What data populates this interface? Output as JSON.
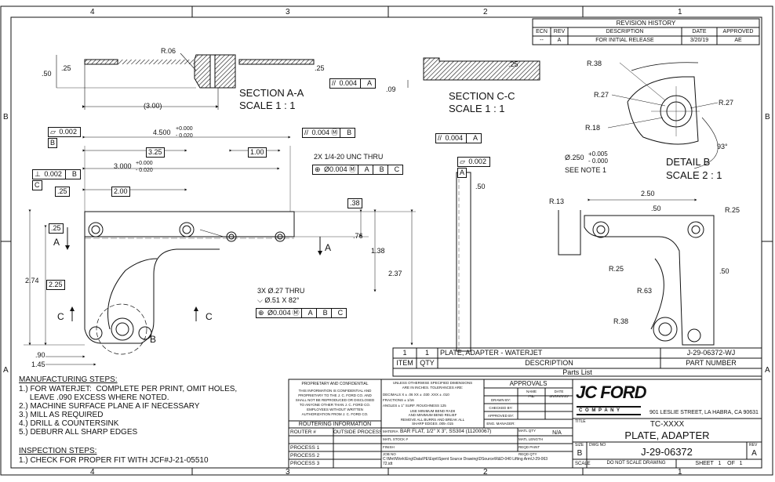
{
  "zones": {
    "columns": [
      "4",
      "3",
      "2",
      "1"
    ],
    "rows": [
      "B",
      "A"
    ]
  },
  "revision_history": {
    "title": "REVISION HISTORY",
    "headers": [
      "ECN",
      "REV",
      "DESCRIPTION",
      "DATE",
      "APPROVED"
    ],
    "row": [
      "--",
      "A",
      "FOR INITIAL RELEASE",
      "3/20/19",
      "AE"
    ]
  },
  "section_aa": {
    "title": "SECTION A-A",
    "scale": "SCALE 1 : 1",
    "radius": "R.06",
    "thk": ".50",
    "step": ".25",
    "step2": ".25",
    "length": "(3.00)",
    "flatness": "0.004",
    "datum": "A"
  },
  "section_cc": {
    "title": "SECTION C-C",
    "scale": "SCALE 1 : 1",
    "step": ".25",
    "offset": ".09"
  },
  "detail_b": {
    "title": "DETAIL  B",
    "scale": "SCALE 2 : 1",
    "r1": "R.38",
    "r2": "R.27",
    "r3": "R.27",
    "r4": "R.18",
    "hole": "Ø.250",
    "tol_up": "+0.005",
    "tol_dn": "- 0.000",
    "note": "SEE NOTE 1",
    "angle": "93°"
  },
  "main_view": {
    "flat1": "0.002",
    "datum_b": "B",
    "perp1": "0.002",
    "datum_c": "C",
    "pos_b_val": "0.004",
    "pos_b_mod": "M",
    "pos_b_datum": "B",
    "dim_4500": "4.500",
    "tol_4500_up": "+0.000",
    "tol_4500_dn": "- 0.020",
    "dim_325": "3.25",
    "dim_100": "1.00",
    "dim_3000": "3.000",
    "tol_3000_up": "+0.000",
    "tol_3000_dn": "- 0.020",
    "dim_200": "2.00",
    "dim_25": ".25",
    "dim_38": ".38",
    "dim_25b": ".25",
    "dim_76": ".76",
    "dim_138": "1.38",
    "dim_237": "2.37",
    "dim_274": "2.74",
    "dim_225": "2.25",
    "dim_90": ".90",
    "dim_145": "1.45",
    "thread_note": "2X 1/4-20 UNC THRU",
    "thread_fcf": "Ø0.004",
    "holes_note": "3X Ø.27 THRU",
    "csk_note": "Ø.51 X 82°",
    "holes_fcf": "Ø0.004",
    "fcf_mod": "M",
    "fcf_datums": [
      "A",
      "B",
      "C"
    ],
    "sec_a": "A",
    "sec_c": "C",
    "det_b": "B"
  },
  "side_view": {
    "parallel": "0.004",
    "datum_a": "A",
    "flat": "0.002",
    "datum_a2": "A",
    "dim": ".50"
  },
  "right_view": {
    "r13": "R.13",
    "dim_250": "2.50",
    "dim_50": ".50",
    "r25a": "R.25",
    "r25b": "R.25",
    "dim_50b": ".50",
    "r63": "R.63",
    "r38": "R.38"
  },
  "parts_list": {
    "row": [
      "1",
      "1",
      "PLATE, ADAPTER - WATERJET",
      "J-29-06372-WJ"
    ],
    "headers": [
      "ITEM",
      "QTY",
      "DESCRIPTION",
      "PART NUMBER"
    ],
    "caption": "Parts List"
  },
  "manufacturing": {
    "title": "MANUFACTURING STEPS:",
    "steps": [
      "1.) FOR WATERJET:  COMPLETE PER PRINT, OMIT HOLES,",
      "     LEAVE .090 EXCESS WHERE NOTED.",
      "2.) MACHINE SURFACE PLANE A IF NECESSARY",
      "3.) MILL AS REQUIRED",
      "4.) DRILL & COUNTERSINK",
      "5.) DEBURR ALL SHARP EDGES"
    ]
  },
  "inspection": {
    "title": "INSPECTION STEPS:",
    "steps": [
      "1.) CHECK FOR PROPER FIT WITH JCF#J-21-05510"
    ]
  },
  "title_block": {
    "proprietary_title": "PROPRIETARY AND CONFIDENTIAL",
    "proprietary_text": [
      "THIS INFORMATION IS CONFIDENTIAL AND",
      "PROPRIETARY TO THE J. C. FORD CO. AND",
      "SHALL NOT BE REPRODUCED OR DISCLOSED",
      "TO ANYONE OTHER THAN J. C. FORD CO.",
      "EMPLOYEES WITHOUT WRITTEN",
      "AUTHORIZATION FROM J. C. FORD CO."
    ],
    "routering_title": "ROUTERING INFORMATION",
    "router_label": "ROUTER #",
    "outside_process": "OUTSIDE PROCESS",
    "processes": [
      "PROCESS 1",
      "PROCESS 2",
      "PROCESS 3"
    ],
    "tolerance_text": [
      "UNLESS OTHERWISE SPECIFIED DIMENSIONS",
      "ARE IN INCHES. TOLERANCES ARE:",
      "DECIMALS  X ± .06   XX ± .030   .XXX ± .010",
      "FRACTIONS  ± 1/16",
      "ANGLES   ± 1°   SURF. ROUGHNESS   125",
      "USE MINIMUM BEND RADII",
      "AND MINIMUM BEND RELIEF",
      "REMOVE ALL BURRS AND BREAK ALL",
      "SHARP EDGES .005-.015"
    ],
    "approvals_title": "APPROVALS",
    "approvals_headers": [
      "NAME",
      "DATE"
    ],
    "approvals_rows": [
      {
        "label": "DRAWN BY:",
        "name": "AE",
        "date": "3/20/2019"
      },
      {
        "label": "CHECKED BY:",
        "name": "",
        "date": ""
      },
      {
        "label": "APPROVED BY:",
        "name": "",
        "date": ""
      },
      {
        "label": "ENG. MANAGER:",
        "name": "",
        "date": ""
      }
    ],
    "material_label": "MATERIAL",
    "material": "BAR FLAT, 1/2\" X 3\", SS304 (11200067)",
    "matl_qty_label": "MATL QTY",
    "matl_qty": "N/A",
    "matl_stock_label": "MATL STOCK #",
    "matl_length_label": "MATL LENGTH",
    "finish_label": "FINISH",
    "reqd_paint_label": "REQD PAINT",
    "job_label": "JOB NO",
    "reqd_qty_label": "REQD QTY",
    "file_path": "C:\\Mnt\\Work\\Eng\\Data\\PE\\Eqnt\\Spent Source Drawing\\DSource\\R&D-040 Lifting Arm\\J-29-06372.idt",
    "logo": "JC FORD",
    "logo_sub": "C O M P A N Y",
    "address": "901 LESLIE STREET, LA HABRA, CA 90631",
    "title_label": "TITLE",
    "title_1": "TC-XXXX",
    "title_2": "PLATE, ADAPTER",
    "size_label": "SIZE",
    "size": "B",
    "dwg_label": "DWG NO",
    "dwg_no": "J-29-06372",
    "rev_label": "REV",
    "rev": "A",
    "scale_label": "SCALE",
    "do_not_scale": "DO NOT SCALE DRAWING",
    "sheet": "SHEET   1    OF   1"
  }
}
